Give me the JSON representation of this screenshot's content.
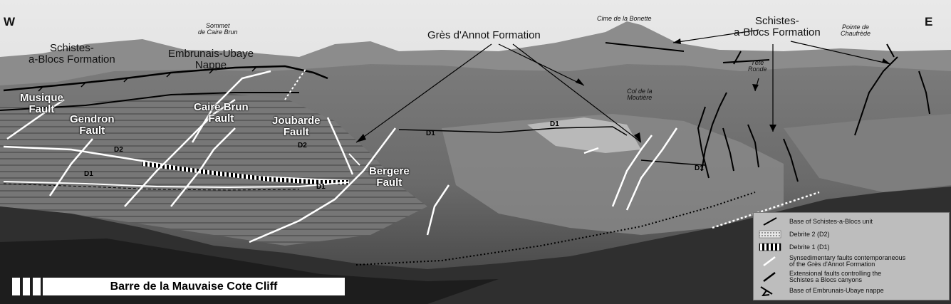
{
  "photo": {
    "corner_left": "W",
    "corner_right": "E",
    "labels": {
      "schistes_left": "Schistes-\na-Blocs Formation",
      "embrunais": "Embrunais-Ubaye\nNappe",
      "sommet": "Sommet\nde Caire Brun",
      "gres": "Grès d'Annot Formation",
      "cime": "Cime de la Bonette",
      "schistes_right": "Schistes-\na-Blocs Formation",
      "pointe": "Pointe de\nChaufrède",
      "tete": "Tête\nRonde",
      "col": "Col de la\nMoutière",
      "musique": "Musique\nFault",
      "gendron": "Gendron\nFault",
      "caire": "Caire Brun\nFault",
      "joubarde": "Joubarde\nFault",
      "bergere": "Bergere\nFault",
      "d2_left": "D2",
      "d2_mid": "D2",
      "d1_left": "D1",
      "d1_mid": "D1",
      "d1_top": "D1",
      "d1_center": "D1",
      "d1_right": "D1"
    },
    "title": "Barre de la Mauvaise Cote Cliff"
  },
  "legend": {
    "items": [
      {
        "symbol": "base-line-icon",
        "label": "Base of Schistes-a-Blocs unit"
      },
      {
        "symbol": "debrite2-icon",
        "label": "Debrite 2 (D2)"
      },
      {
        "symbol": "debrite1-icon",
        "label": "Debrite 1 (D1)"
      },
      {
        "symbol": "white-fault-icon",
        "label": "Synsedimentary faults contemporaneous\nof  the Grès d'Annot Formation"
      },
      {
        "symbol": "black-fault-icon",
        "label": "Extensional faults controlling the\nSchistes a Blocs canyons"
      },
      {
        "symbol": "thrust-icon",
        "label": "Base of Embrunais-Ubaye nappe"
      }
    ]
  }
}
